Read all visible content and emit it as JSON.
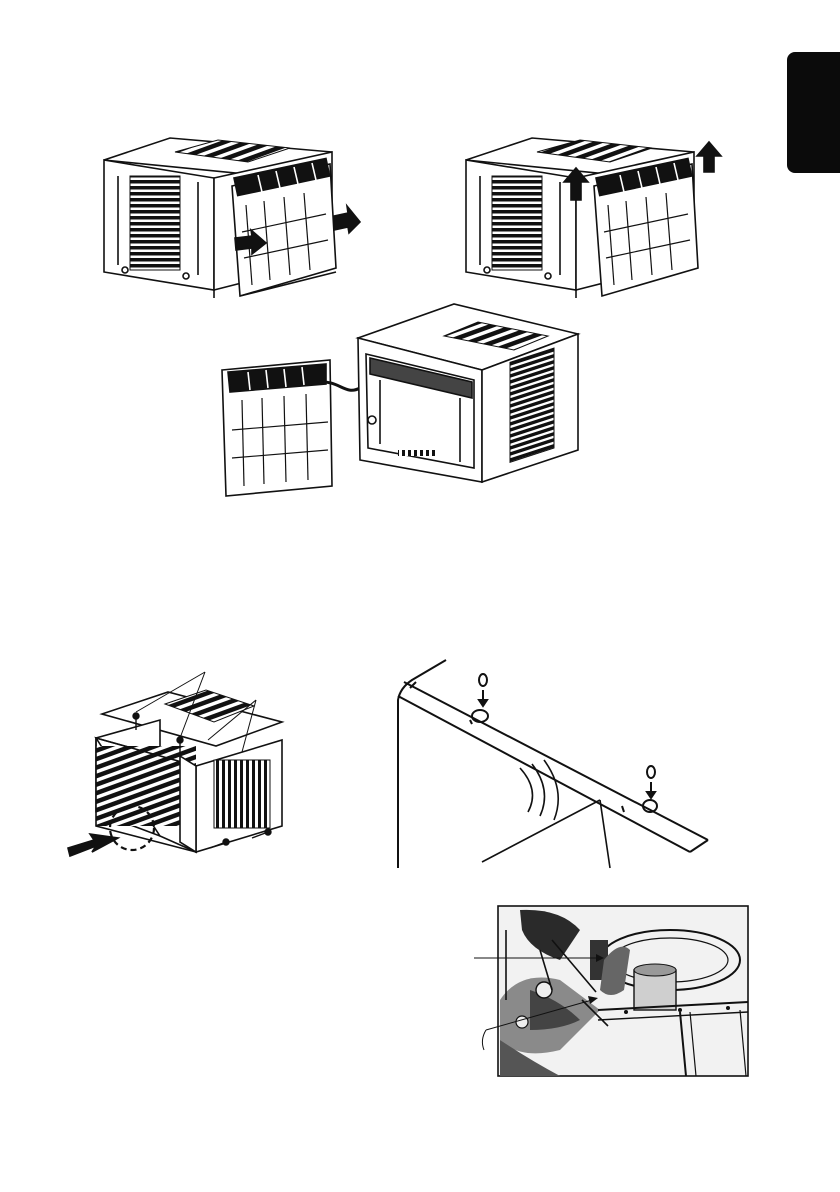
{
  "page": {
    "colors": {
      "ink": "#111111",
      "paper": "#ffffff",
      "tab": "#0b0b0b"
    }
  },
  "figures": [
    {
      "id": "fig-unit-push-front",
      "icon": "air-conditioner-front-arrows"
    },
    {
      "id": "fig-unit-lift-cabinet",
      "icon": "air-conditioner-lift-arrows"
    },
    {
      "id": "fig-panel-disconnected",
      "icon": "front-panel-with-cable"
    },
    {
      "id": "fig-cabinet-screws",
      "icon": "cabinet-with-screws"
    },
    {
      "id": "fig-top-holes-detail",
      "icon": "cabinet-top-holes"
    },
    {
      "id": "fig-interior-photo",
      "icon": "interior-fan-photo"
    }
  ]
}
